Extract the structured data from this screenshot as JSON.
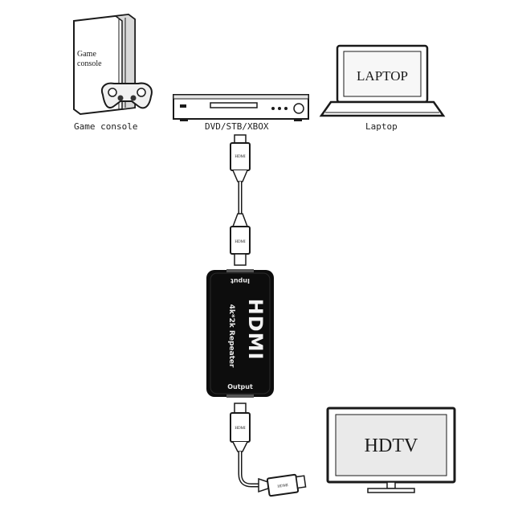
{
  "devices": {
    "game_console": {
      "screen_text": [
        "Game",
        "console"
      ],
      "label": "Game console"
    },
    "dvd_player": {
      "label": "DVD/STB/XBOX"
    },
    "laptop": {
      "screen_text": "LAPTOP",
      "label": "Laptop"
    },
    "hdtv": {
      "screen_text": "HDTV"
    }
  },
  "repeater": {
    "input_label": "Input",
    "logo": "HDMI",
    "model": "4k*2k Repeater",
    "output_label": "Output"
  },
  "connectors": {
    "plug_label": "HDMI"
  },
  "colors": {
    "line": "#1a1a1a",
    "device_body": "#0d0d0d",
    "screen_fill": "#f7f7f7",
    "tv_fill": "#eaeaea"
  }
}
